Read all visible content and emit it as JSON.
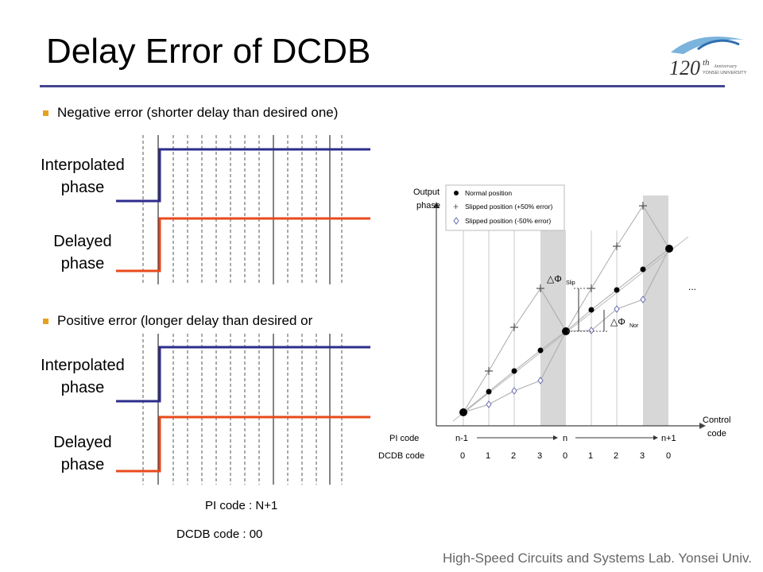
{
  "title": "Delay Error of DCDB",
  "bullets": {
    "negative": "Negative error (shorter delay than desired one)",
    "positive": "Positive error (longer delay than desired or"
  },
  "waveforms": {
    "interpolated_line1": "Interpolated",
    "interpolated_line2": "phase",
    "delayed_line1": "Delayed",
    "delayed_line2": "phase",
    "interpolated_color": "#2d2d8c",
    "delayed_color": "#e84a1c"
  },
  "codes": {
    "pi_code": "PI code : N+1",
    "dcdb_code": "DCDB code : 00"
  },
  "logo": {
    "number": "120",
    "superscript": "th",
    "small_text_1": "Anniversary",
    "small_text_2": "YONSEI UNIVERSITY"
  },
  "chart": {
    "y_label_1": "Output",
    "y_label_2": "phase",
    "x_label_1": "Control",
    "x_label_2": "code",
    "legend": [
      "Normal position",
      "Slipped position (+50% error)",
      "Slipped position (-50% error)"
    ],
    "slip_label": "△Φ",
    "slip_sub": "Slip",
    "nor_label": "△Φ",
    "nor_sub": "Nor",
    "ellipsis": "...",
    "pi_code_label": "PI code",
    "dcdb_code_label": "DCDB code",
    "pi_codes": [
      "n-1",
      "n",
      "n+1"
    ],
    "dcdb_codes": [
      "0",
      "1",
      "2",
      "3",
      "0",
      "1",
      "2",
      "3",
      "0"
    ]
  },
  "footer": "High-Speed Circuits and Systems Lab. Yonsei Univ."
}
